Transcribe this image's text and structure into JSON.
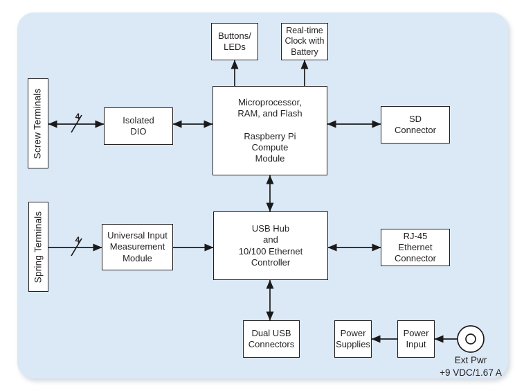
{
  "diagram": {
    "type": "block-diagram",
    "panel_bg": "#dbe8f5",
    "box_border_color": "#231f20",
    "arrow_color": "#1a1a1a",
    "text_color": "#231f20"
  },
  "boxes": {
    "buttons_leds": {
      "label": "Buttons/\nLEDs"
    },
    "rtc": {
      "label": "Real-time\nClock with\nBattery"
    },
    "screw_terminals": {
      "label": "Screw Terminals"
    },
    "isolated_dio": {
      "label": "Isolated\nDIO"
    },
    "micro": {
      "label": "Microprocessor,\nRAM, and Flash\n\nRaspberry Pi\nCompute\nModule"
    },
    "sd_connector": {
      "label": "SD\nConnector"
    },
    "spring_terminals": {
      "label": "Spring Terminals"
    },
    "uimm": {
      "label": "Universal Input\nMeasurement\nModule"
    },
    "usb_hub": {
      "label": "USB Hub\nand\n10/100 Ethernet\nController"
    },
    "rj45": {
      "label": "RJ-45\nEthernet\nConnector"
    },
    "dual_usb": {
      "label": "Dual USB\nConnectors"
    },
    "power_supplies": {
      "label": "Power\nSupplies"
    },
    "power_input": {
      "label": "Power\nInput"
    }
  },
  "bus_widths": {
    "screw_to_dio": "4",
    "spring_to_uimm": "4"
  },
  "ext_pwr": {
    "label": "Ext Pwr",
    "rating": "+9 VDC/1.67 A"
  }
}
